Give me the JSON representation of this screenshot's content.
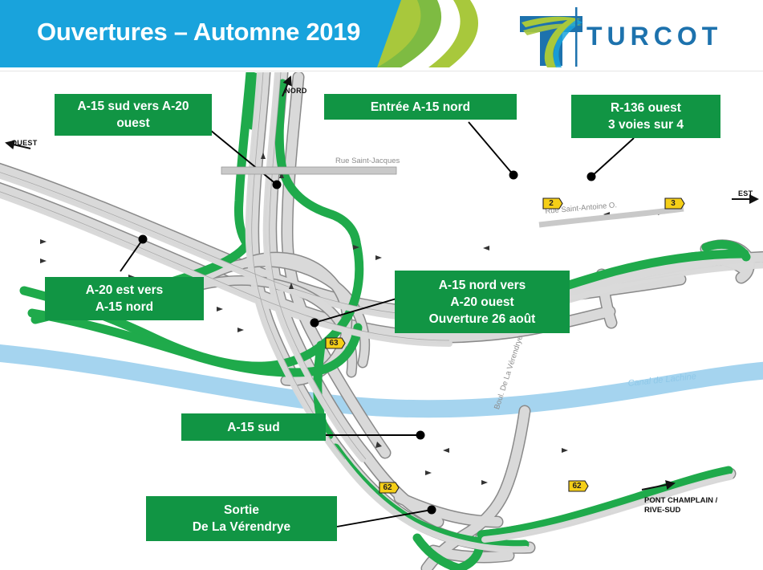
{
  "header": {
    "title": "Ouvertures – Automne 2019",
    "brand": "TURCOT",
    "logo_icon": "turcot-t-logo-icon",
    "colors": {
      "banner_blue": "#19a3dc",
      "accent_green": "#7ebb42",
      "accent_lime": "#a8c83c",
      "brand_blue": "#1d72ad"
    }
  },
  "map": {
    "colors": {
      "callout_green": "#119544",
      "road_green": "#1faa4b",
      "road_grey": "#d9d9d9",
      "road_outline": "#6f6f6f",
      "canal_blue": "#a5d4ef",
      "shield_yellow": "#f5cf17"
    },
    "callouts": [
      {
        "id": "a15-sud-vers-a20-ouest",
        "lines": [
          "A-15 sud vers A-20",
          "ouest"
        ]
      },
      {
        "id": "entree-a15-nord",
        "lines": [
          "Entrée A-15 nord"
        ]
      },
      {
        "id": "r136-ouest",
        "lines": [
          "R-136 ouest",
          "3 voies sur 4"
        ]
      },
      {
        "id": "a20-est-vers-a15-nord",
        "lines": [
          "A-20 est vers",
          "A-15 nord"
        ]
      },
      {
        "id": "a15-nord-vers-a20-ouest",
        "lines": [
          "A-15 nord vers",
          "A-20 ouest",
          "Ouverture 26 août"
        ]
      },
      {
        "id": "a15-sud",
        "lines": [
          "A-15 sud"
        ]
      },
      {
        "id": "sortie-de-la-verendrye",
        "lines": [
          "Sortie",
          "De La Vérendrye"
        ]
      }
    ],
    "street_labels": [
      {
        "id": "rue-saint-jacques",
        "text": "Rue Saint-Jacques"
      },
      {
        "id": "rue-saint-antoine-o",
        "text": "Rue Saint-Antoine O."
      },
      {
        "id": "boul-de-la-verendrye",
        "text": "Boul. De La Vérendrye"
      },
      {
        "id": "canal-de-lachine",
        "text": "Canal de Lachine"
      }
    ],
    "compass": [
      {
        "id": "nord",
        "text": "NORD"
      },
      {
        "id": "ouest",
        "text": "OUEST"
      },
      {
        "id": "est",
        "text": "EST"
      }
    ],
    "destinations": [
      {
        "id": "pont-champlain-rive-sud",
        "lines": [
          "PONT CHAMPLAIN /",
          "RIVE-SUD"
        ]
      }
    ],
    "exit_shields": [
      {
        "id": "exit-2",
        "number": "2"
      },
      {
        "id": "exit-3",
        "number": "3"
      },
      {
        "id": "exit-63",
        "number": "63"
      },
      {
        "id": "exit-62-west",
        "number": "62"
      },
      {
        "id": "exit-62-east",
        "number": "62"
      }
    ]
  }
}
